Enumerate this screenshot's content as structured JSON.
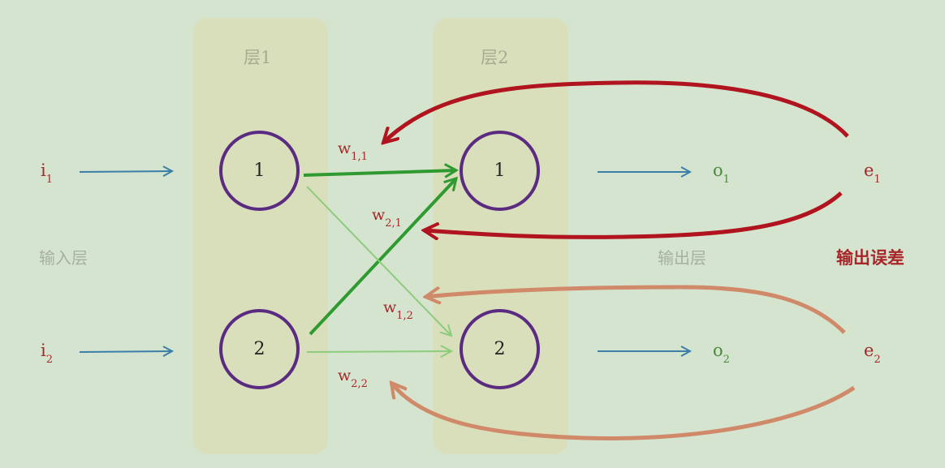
{
  "layer1": {
    "title": "层1"
  },
  "layer2": {
    "title": "层2"
  },
  "labels": {
    "input_layer": "输入层",
    "output_layer": "输出层",
    "output_error": "输出误差"
  },
  "layer1_nodes": [
    "1",
    "2"
  ],
  "layer2_nodes": [
    "1",
    "2"
  ],
  "inputs": [
    {
      "base": "i",
      "sub": "1"
    },
    {
      "base": "i",
      "sub": "2"
    }
  ],
  "outputs": [
    {
      "base": "o",
      "sub": "1"
    },
    {
      "base": "o",
      "sub": "2"
    }
  ],
  "errors": [
    {
      "base": "e",
      "sub": "1"
    },
    {
      "base": "e",
      "sub": "2"
    }
  ],
  "weights": [
    {
      "base": "w",
      "sub": "1,1"
    },
    {
      "base": "w",
      "sub": "2,1"
    },
    {
      "base": "w",
      "sub": "1,2"
    },
    {
      "base": "w",
      "sub": "2,2"
    }
  ],
  "colors": {
    "background": "#d5e4cf",
    "layer_panel": "#d9dfba",
    "node_ring": "#5b2b82",
    "input_arrow": "#3b7fa8",
    "strong_weight": "#2f9a2f",
    "weak_weight": "#8ccc7c",
    "error_strong": "#b0141e",
    "error_weak": "#d08a6a",
    "error_label": "#a8262a"
  }
}
